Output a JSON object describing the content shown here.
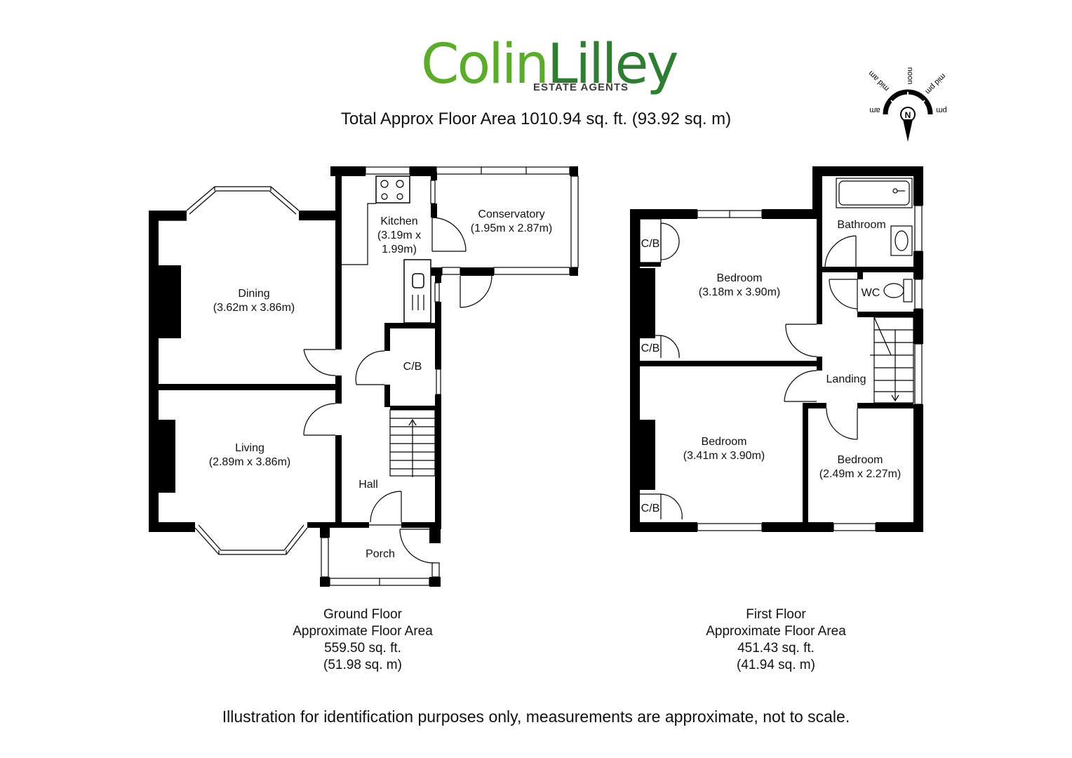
{
  "colors": {
    "logo_green": "#5cab2c",
    "logo_green_dark": "#2e7d32",
    "wall": "#000000"
  },
  "logo": {
    "word1": "Colin",
    "word2": "Lilley",
    "sub": "ESTATE AGENTS"
  },
  "total_area": "Total Approx Floor Area 1010.94 sq. ft. (93.92 sq. m)",
  "compass": {
    "north": "N",
    "labels": [
      "am",
      "mid am",
      "noon",
      "mid pm",
      "pm"
    ]
  },
  "ground_floor": {
    "caption": [
      "Ground Floor",
      "Approximate Floor Area",
      "559.50 sq. ft.",
      "(51.98 sq. m)"
    ],
    "rooms": {
      "kitchen": [
        "Kitchen",
        "(3.19m x",
        "1.99m)"
      ],
      "conservatory": [
        "Conservatory",
        "(1.95m x 2.87m)"
      ],
      "dining": [
        "Dining",
        "(3.62m x 3.86m)"
      ],
      "living": [
        "Living",
        "(2.89m x 3.86m)"
      ],
      "cb": "C/B",
      "hall": "Hall",
      "porch": "Porch"
    }
  },
  "first_floor": {
    "caption": [
      "First Floor",
      "Approximate Floor Area",
      "451.43 sq. ft.",
      "(41.94 sq. m)"
    ],
    "rooms": {
      "bathroom": "Bathroom",
      "wc": "WC",
      "landing": "Landing",
      "bedroom1": [
        "Bedroom",
        "(3.18m x 3.90m)"
      ],
      "bedroom2": [
        "Bedroom",
        "(3.41m x 3.90m)"
      ],
      "bedroom3": [
        "Bedroom",
        "(2.49m x 2.27m)"
      ],
      "cb1": "C/B",
      "cb2": "C/B",
      "cb3": "C/B"
    }
  },
  "disclaimer": "Illustration for identification purposes only, measurements are approximate, not to scale."
}
